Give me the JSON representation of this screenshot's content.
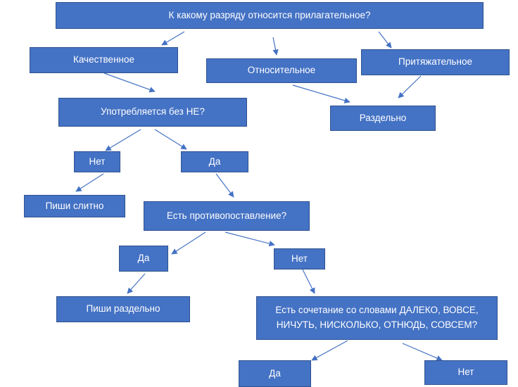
{
  "diagram": {
    "root": "К какому разряду относится прилагательное?",
    "qualitative": "Качественное",
    "relative": "Относительное",
    "possessive": "Притяжательное",
    "separately_top": "Раздельно",
    "used_without_ne": "Употребляется без НЕ?",
    "no_1": "Нет",
    "yes_1": "Да",
    "write_together": "Пиши слитно",
    "contrast_question": "Есть противопоставление?",
    "yes_2": "Да",
    "no_2": "Нет",
    "write_separately": "Пиши раздельно",
    "words_question": "Есть сочетание со словами ДАЛЕКО, ВОВСЕ,\nНИЧУТЬ, НИСКОЛЬКО, ОТНЮДЬ, СОВСЕМ?",
    "yes_3": "Да",
    "no_3": "Нет"
  },
  "colors": {
    "box_fill": "#4472C4",
    "box_border": "#2F528F",
    "arrow": "#4472C4",
    "text": "#ffffff"
  }
}
